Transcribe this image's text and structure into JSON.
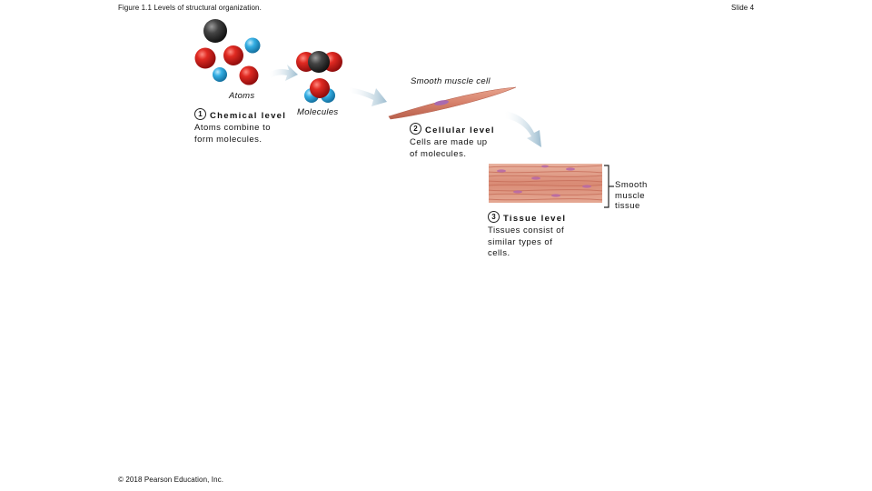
{
  "header": {
    "figure_title": "Figure 1.1 Levels of structural organization.",
    "slide_label": "Slide 4"
  },
  "labels": {
    "atoms": "Atoms",
    "molecules": "Molecules",
    "smooth_muscle_cell": "Smooth muscle cell",
    "smooth_muscle_tissue": [
      "Smooth",
      "muscle",
      "tissue"
    ]
  },
  "levels": [
    {
      "number": "1",
      "title": "Chemical level",
      "description": [
        "Atoms combine to",
        "form molecules."
      ]
    },
    {
      "number": "2",
      "title": "Cellular level",
      "description": [
        "Cells are made up",
        "of molecules."
      ]
    },
    {
      "number": "3",
      "title": "Tissue level",
      "description": [
        "Tissues consist of",
        "similar types of",
        "cells."
      ]
    }
  ],
  "footer": {
    "copyright": "© 2018 Pearson Education, Inc."
  },
  "colors": {
    "oxygen_red": "#d42020",
    "hydrogen_blue": "#2ea8e0",
    "carbon_gray": "#3a3a3a",
    "arrow": "#b8cfdc",
    "muscle": "#d2806a"
  }
}
